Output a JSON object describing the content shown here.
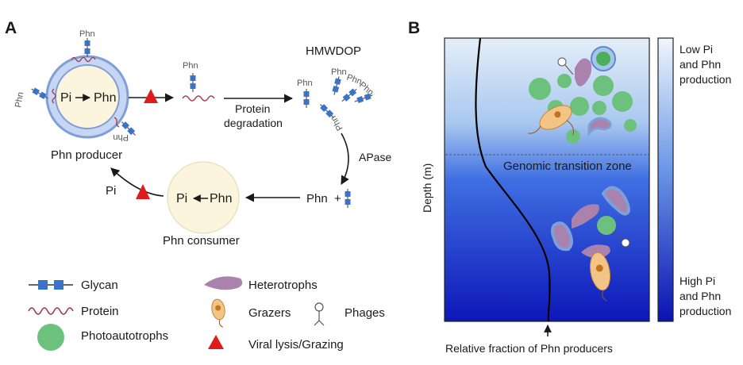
{
  "panel_a": {
    "label": "A",
    "phn_tag": "Phn",
    "producer_inner_left": "Pi",
    "producer_inner_right": "Phn",
    "producer_label": "Phn producer",
    "hmwdop": "HMWDOP",
    "protein_degradation_line1": "Protein",
    "protein_degradation_line2": "degradation",
    "apase": "APase",
    "free_phn": "Phn",
    "plus": "+",
    "consumer_inner_left": "Pi",
    "consumer_inner_right": "Phn",
    "consumer_label": "Phn consumer",
    "pi_out": "Pi"
  },
  "legend": {
    "glycan": "Glycan",
    "protein": "Protein",
    "photoautotrophs": "Photoautotrophs",
    "heterotrophs": "Heterotrophs",
    "grazers": "Grazers",
    "phages": "Phages",
    "viral_lysis": "Viral lysis/Grazing"
  },
  "panel_b": {
    "label": "B",
    "y_axis": "Depth (m)",
    "x_axis": "Relative fraction of Phn producers",
    "transition_zone": "Genomic transition zone",
    "top_right_1": "Low Pi",
    "top_right_2": "and Phn",
    "top_right_3": "production",
    "bottom_right_1": "High Pi",
    "bottom_right_2": "and Phn",
    "bottom_right_3": "production"
  },
  "colors": {
    "glycan": "#3b73c8",
    "protein": "#a33a4a",
    "photoautotroph": "#6cc17c",
    "heterotroph": "#a982ad",
    "lysis": "#e01b1b",
    "cell_fill": "#fbf5dd",
    "membrane": "#7f9fd8"
  }
}
